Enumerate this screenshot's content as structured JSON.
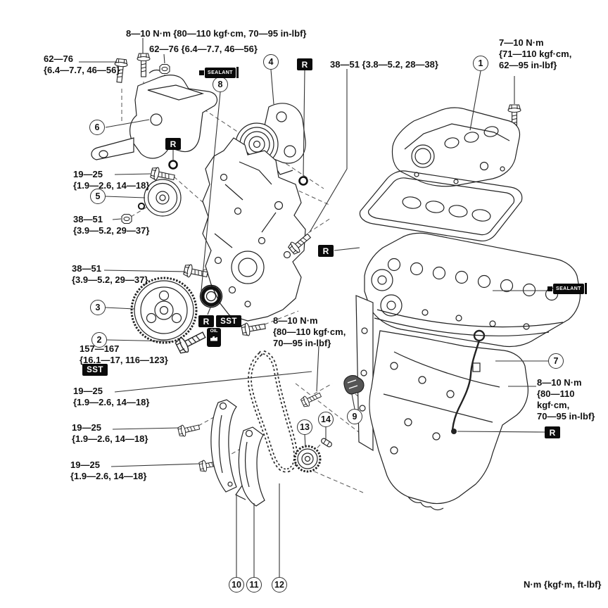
{
  "figure": {
    "type": "engine-exploded-parts-diagram",
    "footer_note": "N·m {kgf·m, ft-lbf}"
  },
  "badges": {
    "r": "R",
    "sst": "SST",
    "sealant": "SEALANT",
    "oil": "OIL"
  },
  "callouts": [
    "1",
    "2",
    "3",
    "4",
    "5",
    "6",
    "7",
    "8",
    "9",
    "10",
    "11",
    "12",
    "13",
    "14"
  ],
  "labels": {
    "mount_stud": "8—10 N·m {80—110 kgf·cm, 70—95 in-lbf}",
    "mount_nut": "62—76 {6.4—7.7, 46—56}",
    "mount_bolt": "62—76\n{6.4—7.7, 46—56}",
    "cover_upper_bolt": "38—51 {3.8—5.2, 28—38}",
    "valve_cover_bolt": "7—10 N·m\n{71—110 kgf·cm,\n62—95 in-lbf}",
    "idler_bolt": "19—25\n{1.9—2.6, 14—18}",
    "idler_nut": "38—51\n{3.9—5.2, 29—37}",
    "cover_lower_bolt": "38—51\n{3.9—5.2, 29—37}",
    "crank_pulley_bolt": "157—167\n{16.1—17, 116—123}",
    "chain_tensioner_bolt": "8—10 N·m\n{80—110 kgf·cm,\n70—95 in-lbf}",
    "guide_bolt_upper": "19—25\n{1.9—2.6, 14—18}",
    "guide_bolt_mid": "19—25\n{1.9—2.6, 14—18}",
    "guide_bolt_lower": "19—25\n{1.9—2.6, 14—18}",
    "dipstick_bolt": "8—10 N·m\n{80—110 kgf·cm,\n70—95 in-lbf}"
  }
}
